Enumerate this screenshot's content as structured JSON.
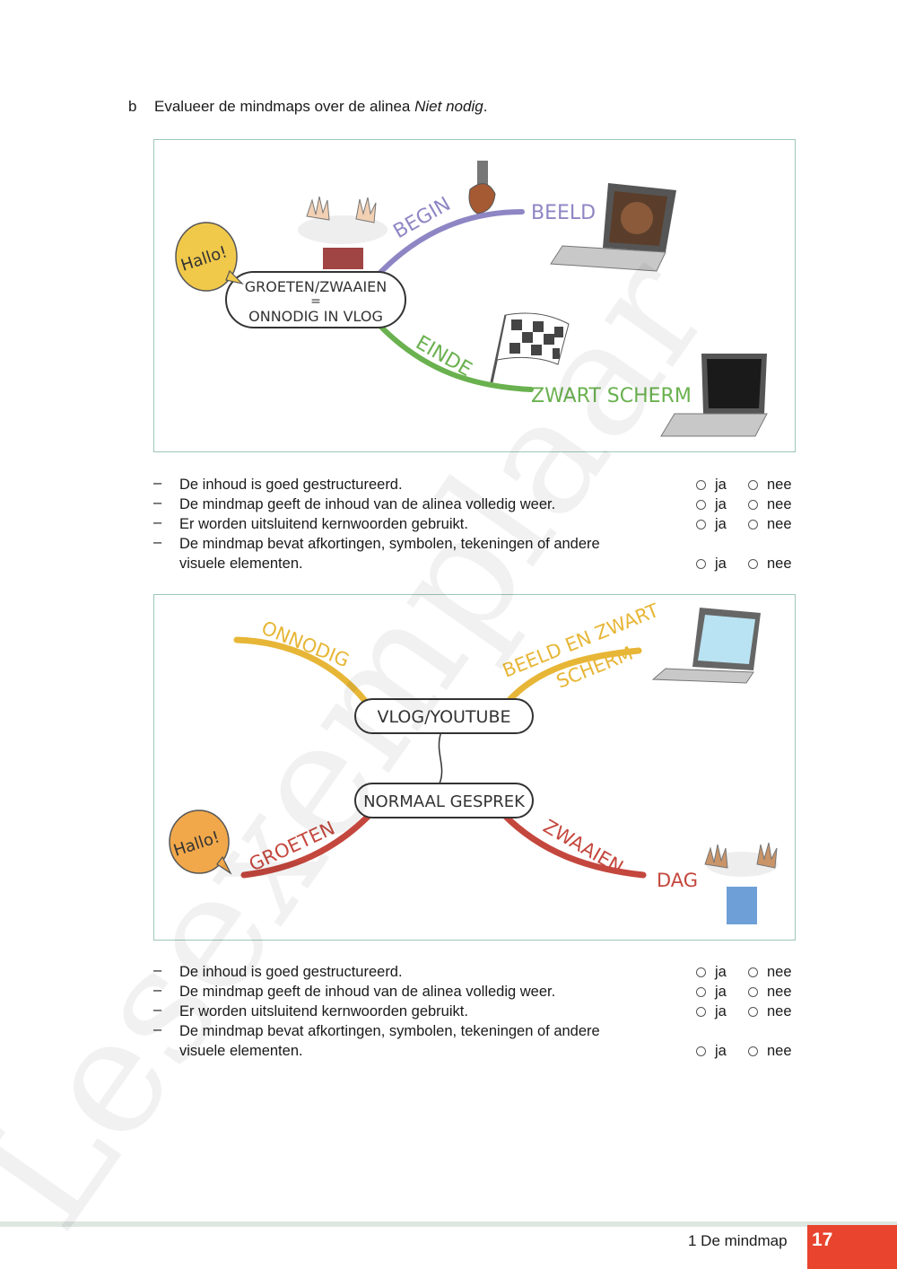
{
  "question": {
    "label": "b",
    "text": "Evalueer de mindmaps over de alinea ",
    "text_italic": "Niet nodig",
    "text_end": "."
  },
  "map1": {
    "speech": "Hallo!",
    "center_line1": "GROETEN/ZWAAIEN",
    "center_eq": "=",
    "center_line2": "ONNODIG IN VLOG",
    "branch_top": "BEGIN",
    "branch_top_end": "BEELD",
    "branch_bottom": "EINDE",
    "branch_bottom_end": "ZWART SCHERM",
    "colors": {
      "top": "#8e86c4",
      "bottom": "#6ab14f",
      "speech": "#f1c94a"
    }
  },
  "map2": {
    "speech": "Hallo!",
    "node_top": "VLOG/YOUTUBE",
    "node_bottom": "NORMAAL GESPREK",
    "branch_tl": "ONNODIG",
    "branch_tr_1": "BEELD EN ZWART",
    "branch_tr_2": "SCHERM",
    "branch_bl": "GROETEN",
    "branch_br": "ZWAAIEN",
    "branch_br_end": "DAG",
    "colors": {
      "yellow": "#e7b636",
      "red": "#c4473e",
      "speech": "#f1a84a"
    }
  },
  "checklist": {
    "dash": "–",
    "items": [
      "De inhoud is goed gestructureerd.",
      "De mindmap geeft de inhoud van de alinea volledig weer.",
      "Er worden uitsluitend kernwoorden gebruikt.",
      "De mindmap bevat afkortingen, symbolen, tekeningen of andere",
      "visuele elementen."
    ],
    "yes": "ja",
    "no": "nee"
  },
  "watermark": "Lesexemplaar",
  "footer": {
    "chapter": "1  De mindmap",
    "page": "17"
  }
}
